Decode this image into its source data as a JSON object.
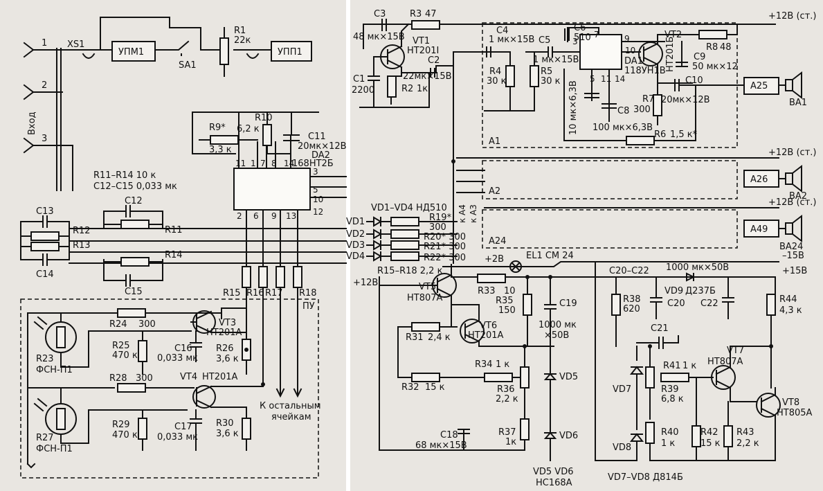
{
  "left": {
    "xs1": "XS1",
    "inputs": [
      "1",
      "2",
      "3"
    ],
    "input_label": "Вход",
    "upm": "УПМ1",
    "upp": "УПП1",
    "sa1": "SA1",
    "r1": "R1",
    "r1v": "22к",
    "r9": "R9*",
    "r9v": "3,3 к",
    "r10": "R10",
    "r10v": "6,2 к",
    "c11": "C11",
    "c11v": "20мк×12В",
    "da2": "DA2",
    "da2v": "168НТ2Б",
    "pins_top": [
      "11",
      "1",
      "7",
      "8",
      "14"
    ],
    "pins_right": [
      "3",
      "5",
      "10",
      "12"
    ],
    "pins_bottom": [
      "2",
      "6",
      "9",
      "13"
    ],
    "note1": "R11–R14 10 к",
    "note2": "C12–C15 0,033 мк",
    "c12": "C12",
    "c13": "C13",
    "c14": "C14",
    "c15": "C15",
    "r11": "R11",
    "r12": "R12",
    "r13": "R13",
    "r14": "R14",
    "r15": "R15",
    "r16": "R16",
    "r17": "R17",
    "r18": "R18",
    "pu": "ПУ",
    "r24": "R24",
    "r24v": "300",
    "vt3": "VT3",
    "vt3v": "НТ201А",
    "r25": "R25",
    "r25v": "470 к",
    "c16": "C16",
    "c16v": "0,033 мк",
    "r26": "R26",
    "r26v": "3,6 к",
    "r23": "R23",
    "fsn1": "ФСН-П1",
    "r28": "R28",
    "r28v": "300",
    "vt4": "VT4",
    "vt4v": "НТ201А",
    "r29": "R29",
    "r29v": "470 к",
    "c17": "C17",
    "c17v": "0,033 мк",
    "r30": "R30",
    "r30v": "3,6 к",
    "r27": "R27",
    "fsn2": "ФСН-П1",
    "to_cells1": "К остальным",
    "to_cells2": "ячейкам"
  },
  "right": {
    "c3": "C3",
    "c3v": "48 мк×15В",
    "r3": "R3",
    "r3v": "47",
    "vt1": "VT1",
    "vt1v": "НТ201I",
    "c1": "C1",
    "c1v": "2200",
    "c2": "C2",
    "c2v": "22мк×15В",
    "r2": "R2",
    "r2v": "1к",
    "c4": "C4",
    "c4v": "1 мк×15В",
    "r4": "R4",
    "r4v": "30 к",
    "c5": "C5",
    "c5v": "1 мк×15В",
    "r5": "R5",
    "r5v": "30 к",
    "c6": "C6",
    "c6v": "510",
    "da1": "DA1",
    "da1v": "118УН1В",
    "vt2": "VT2",
    "vt2v": "НТ201Б",
    "r8": "R8",
    "r8v": "48",
    "c9": "C9",
    "c9v": "50 мк×12",
    "c10": "C10",
    "c10v": "20мк×12В",
    "r7": "R7",
    "r7v": "300",
    "c7v": "10 мк×6,3В",
    "c8": "C8",
    "c8v": "100 мк×6,3В",
    "r6": "R6",
    "r6v": "1,5 к*",
    "a1": "A1",
    "a2": "A2",
    "a24": "A24",
    "a25": "A25",
    "a26": "A26",
    "a49": "A49",
    "ba1": "BA1",
    "ba2": "BA2",
    "ba24": "BA24",
    "plus12": "+12В (ст.)",
    "plus12b": "+12В (ст.)",
    "plus12c": "+12В (ст.)",
    "vd14": "VD1–VD4  НД510",
    "vd": [
      "VD1",
      "VD2",
      "VD3",
      "VD4"
    ],
    "r19": "R19*",
    "r19v": "300",
    "r20": "R20* 300",
    "r21": "R21* 300",
    "r22": "R22* 300",
    "ka4": "к А4",
    "ka3": "к А3",
    "el1": "EL1  СМ 24",
    "minus15": "–15В",
    "plus15": "+15В",
    "plus2": "+2В",
    "plus12in": "+12В",
    "r1518": "R15–R18  2,2 к",
    "vt5": "VT5",
    "vt5v": "НТ807А",
    "r33": "R33",
    "r33v": "10",
    "r35": "R35",
    "r35v": "150",
    "c19": "C19",
    "c19v1": "1000 мк",
    "c19v2": "×50В",
    "vt6": "VT6",
    "vt6v": "НТ201А",
    "r31": "R31",
    "r31v": "2,4 к",
    "r34": "R34",
    "r34v": "1 к",
    "r32": "R32",
    "r32v": "15 к",
    "r36": "R36",
    "r36v": "2,2 к",
    "vd5": "VD5",
    "vd6": "VD6",
    "c18": "C18",
    "c18v": "68 мк×15В",
    "r37": "R37",
    "r37v": "1к",
    "vd56a": "VD5  VD6",
    "vd56b": "НС168А",
    "c2022": "C20–C22",
    "c2022v": "1000 мк×50В",
    "vd9": "VD9",
    "vd9v": "Д237Б",
    "r38": "R38",
    "r38v": "620",
    "c20": "C20",
    "c21": "C21",
    "c22": "C22",
    "r44": "R44",
    "r44v": "4,3 к",
    "vt7": "VT7",
    "vt7v": "НТ807А",
    "vt8": "VT8",
    "vt8v": "НТ805А",
    "r41": "R41",
    "r41v": "1 к",
    "r39": "R39",
    "r39v": "6,8 к",
    "vd7": "VD7",
    "vd8": "VD8",
    "r40": "R40",
    "r40v": "1 к",
    "r42": "R42",
    "r42v": "15 к",
    "r43": "R43",
    "r43v": "2,2 к",
    "vd78": "VD7–VD8  Д814Б"
  }
}
